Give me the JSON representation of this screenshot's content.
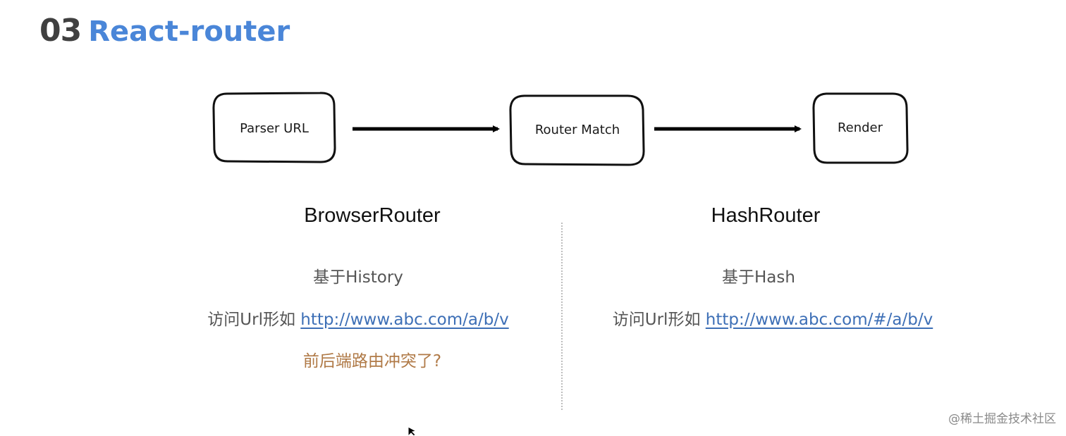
{
  "slide": {
    "number": "03",
    "title": "React-router"
  },
  "flow": {
    "nodes": [
      "Parser URL",
      "Router Match",
      "Render"
    ]
  },
  "browser_router": {
    "heading": "BrowserRouter",
    "basis": "基于History",
    "access_prefix": "访问Url形如",
    "example_url": "http://www.abc.com/a/b/v",
    "question": "前后端路由冲突了?"
  },
  "hash_router": {
    "heading": "HashRouter",
    "basis": "基于Hash",
    "access_prefix": "访问Url形如",
    "example_url": "http://www.abc.com/#/a/b/v"
  },
  "watermark": "@稀土掘金技术社区",
  "colors": {
    "title_number": "#404040",
    "title_text": "#4a86d8",
    "link": "#3d6fb6",
    "question": "#b07a47"
  }
}
